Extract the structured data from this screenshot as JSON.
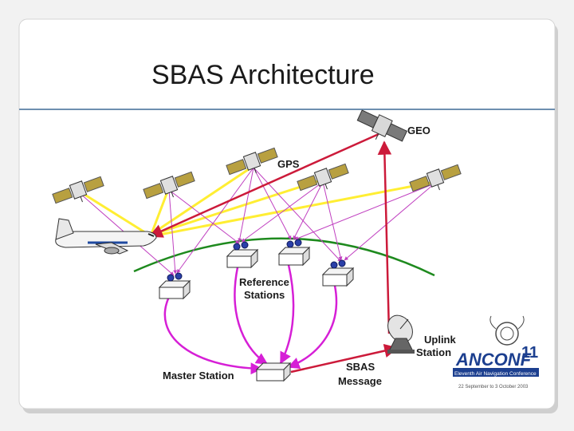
{
  "slide": {
    "title": "SBAS Architecture"
  },
  "labels": {
    "geo": "GEO",
    "gps": "GPS",
    "reference_line1": "Reference",
    "reference_line2": "Stations",
    "master_station": "Master Station",
    "sbas_line1": "SBAS",
    "sbas_line2": "Message",
    "uplink_line1": "Uplink",
    "uplink_line2": "Station"
  },
  "logo": {
    "brand": "ANCONF",
    "number": "11",
    "subtitle": "Eleventh Air Navigation Conference",
    "dates": "22 September to 3 October 2003"
  },
  "colors": {
    "satellite_signal": "#ffee33",
    "correction_link": "#cc1a3a",
    "ground_link": "#d61fd6",
    "range_link": "#c040c0",
    "earth_curve": "#1e8a1e",
    "divider": "#6e8fb0"
  }
}
